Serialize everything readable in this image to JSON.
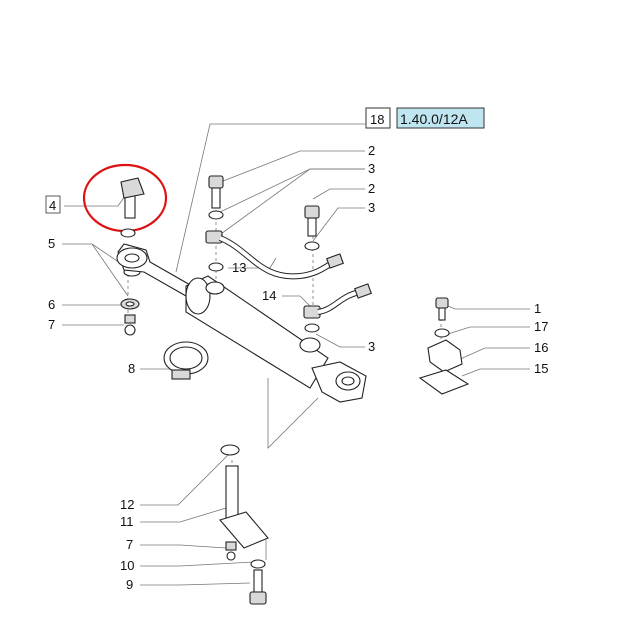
{
  "ref_box": {
    "number": "18",
    "code": "1.40.0/12A"
  },
  "callouts": [
    {
      "id": "c4",
      "text": "4"
    },
    {
      "id": "c5",
      "text": "5"
    },
    {
      "id": "c6",
      "text": "6"
    },
    {
      "id": "c7a",
      "text": "7"
    },
    {
      "id": "c8",
      "text": "8"
    },
    {
      "id": "c2a",
      "text": "2"
    },
    {
      "id": "c3a",
      "text": "3"
    },
    {
      "id": "c2b",
      "text": "2"
    },
    {
      "id": "c3b",
      "text": "3"
    },
    {
      "id": "c13",
      "text": "13"
    },
    {
      "id": "c14",
      "text": "14"
    },
    {
      "id": "c3c",
      "text": "3"
    },
    {
      "id": "c1",
      "text": "1"
    },
    {
      "id": "c17",
      "text": "17"
    },
    {
      "id": "c16",
      "text": "16"
    },
    {
      "id": "c15",
      "text": "15"
    },
    {
      "id": "c12",
      "text": "12"
    },
    {
      "id": "c11",
      "text": "11"
    },
    {
      "id": "c7b",
      "text": "7"
    },
    {
      "id": "c10",
      "text": "10"
    },
    {
      "id": "c9",
      "text": "9"
    }
  ],
  "colors": {
    "highlight": "#dd1111",
    "code_box_fill": "#bfe6f0"
  }
}
